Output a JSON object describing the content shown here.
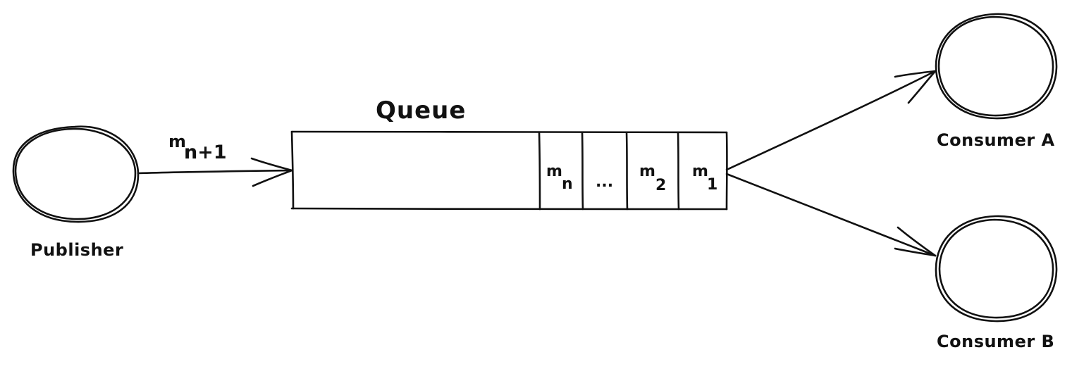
{
  "labels": {
    "publisher": "Publisher",
    "queue": "Queue",
    "consumer_a": "Consumer A",
    "consumer_b": "Consumer B"
  },
  "incoming_message": {
    "base": "m",
    "subscript": "n+1"
  },
  "queue_cells": [
    {
      "base": "m",
      "subscript": "n"
    },
    {
      "text": "..."
    },
    {
      "base": "m",
      "subscript": "2"
    },
    {
      "base": "m",
      "subscript": "1"
    }
  ],
  "colors": {
    "ink": "#111111",
    "background": "#ffffff"
  }
}
